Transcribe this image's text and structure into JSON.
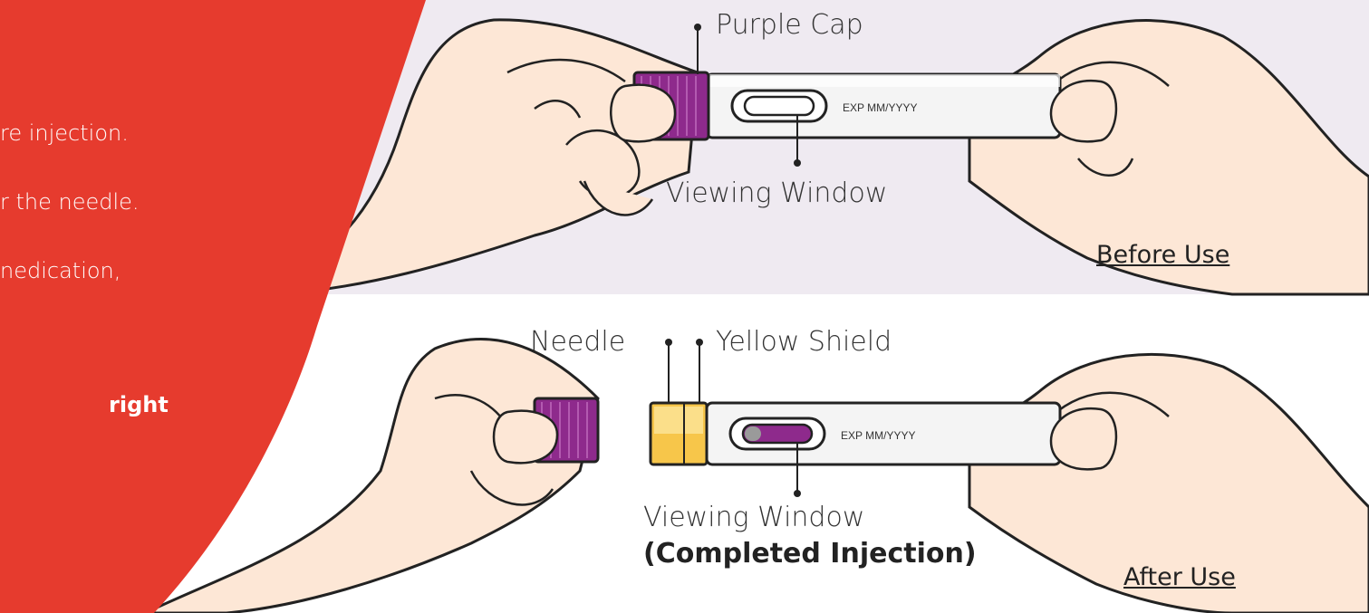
{
  "left_panel": {
    "lines": [
      "re injection.",
      "r the needle.",
      "nedication,",
      "right"
    ],
    "color": "#e63b2e"
  },
  "before": {
    "cap_label": "Purple Cap",
    "window_label": "Viewing Window",
    "expiry": "EXP MM/YYYY",
    "status": "Before Use"
  },
  "after": {
    "needle_label": "Needle",
    "shield_label": "Yellow Shield",
    "window_label": "Viewing Window",
    "window_note": "(Completed Injection)",
    "expiry": "EXP MM/YYYY",
    "status": "After Use"
  },
  "colors": {
    "cap_purple": "#8e2a8c",
    "shield_yellow": "#f7c64a",
    "skin": "#fde7d6",
    "background_top": "#efeaf1"
  }
}
